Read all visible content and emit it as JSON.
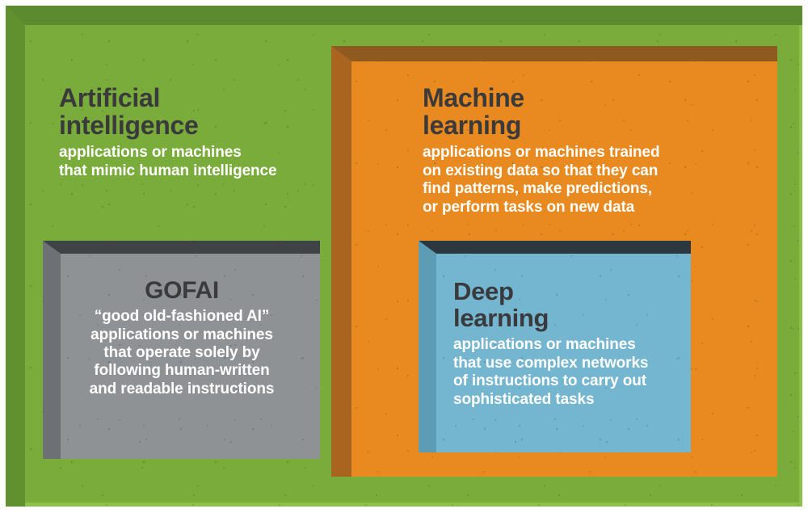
{
  "diagram": {
    "type": "nested-set-venn",
    "description": "Nested boxes showing AI subfields",
    "colors": {
      "green": "#79ac3b",
      "green_bevel_top": "#5c8a2e",
      "green_bevel_left": "#61902f",
      "green_highlight": "#8cc04a",
      "orange": "#e88a20",
      "orange_bevel_top": "#8f5a20",
      "orange_bevel_left": "#a9651f",
      "gray": "#8f9295",
      "gray_bevel_top": "#3f4345",
      "gray_bevel_left": "#6d7175",
      "blue": "#74b5d0",
      "blue_bevel_top": "#2c3840",
      "blue_bevel_left": "#5c9cb5",
      "title_text": "#3a3a3c",
      "body_text": "#ffffff"
    }
  },
  "boxes": {
    "artificial_intelligence": {
      "title": "Artificial\nintelligence",
      "description": "applications or machines\nthat mimic human intelligence"
    },
    "machine_learning": {
      "title": "Machine\nlearning",
      "description": "applications or machines trained\non existing data so that they can\nfind patterns, make predictions,\nor perform tasks on new data"
    },
    "gofai": {
      "title": "GOFAI",
      "description": "“good old-fashioned AI”\napplications or machines\nthat operate solely by\nfollowing human-written\nand readable instructions"
    },
    "deep_learning": {
      "title": "Deep\nlearning",
      "description": "applications or machines\nthat use complex networks\nof instructions to carry out\nsophisticated tasks"
    }
  }
}
